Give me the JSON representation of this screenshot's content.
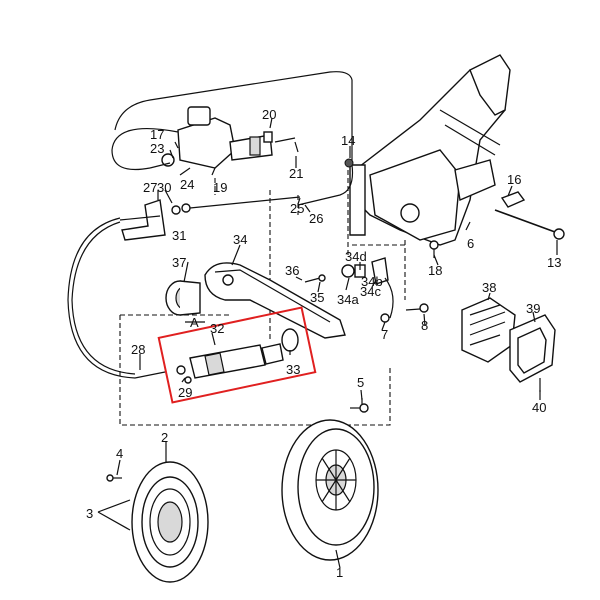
{
  "labels": {
    "p1": "1",
    "p2": "2",
    "p3": "3",
    "p4": "4",
    "p5": "5",
    "p6": "6",
    "p7": "7",
    "p8": "8",
    "p13": "13",
    "p14": "14",
    "p16": "16",
    "p17": "17",
    "p18": "18",
    "p19": "19",
    "p20": "20",
    "p21": "21",
    "p23": "23",
    "p24": "24",
    "p25": "25",
    "p26": "26",
    "p27": "27",
    "p28": "28",
    "p29": "29",
    "p30": "30",
    "p31": "31",
    "p32": "32",
    "p33": "33",
    "p34": "34",
    "p34a": "34a",
    "p34b": "34b",
    "p34c": "34c",
    "p34d": "34d",
    "p35": "35",
    "p36": "36",
    "p37": "37",
    "p38": "38",
    "p39": "39",
    "p40": "40",
    "pA": "A"
  },
  "colors": {
    "highlight": "#e02020",
    "line": "#111111"
  }
}
